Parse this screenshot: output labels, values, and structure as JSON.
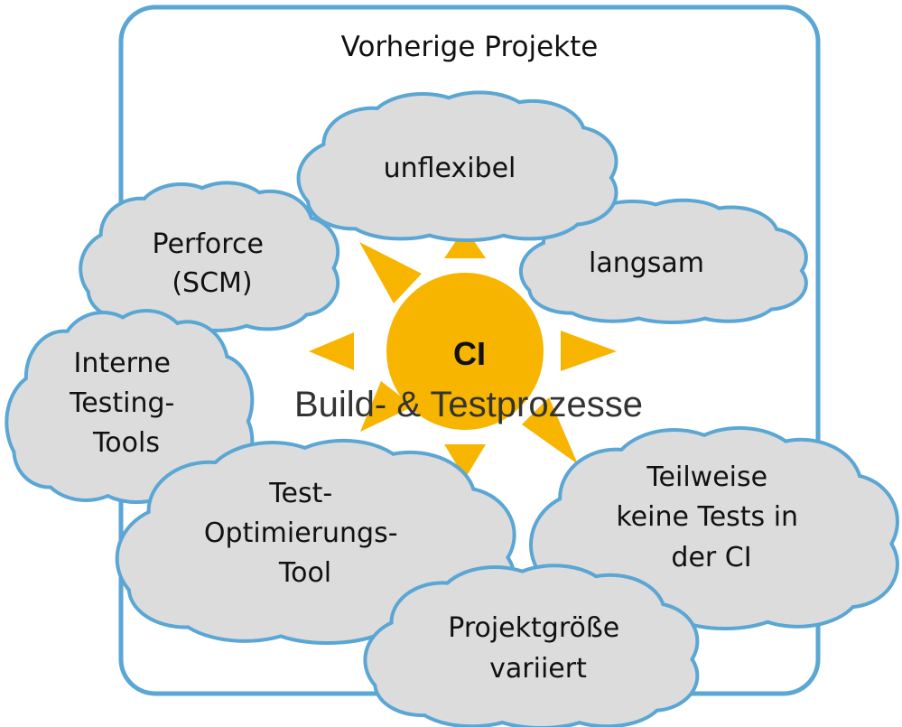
{
  "frame": {
    "title": "Vorherige Projekte"
  },
  "center": {
    "title": "CI",
    "subtitle": "Build- & Testprozesse"
  },
  "clouds": [
    {
      "id": "unflexibel",
      "lines": [
        "unflexibel"
      ]
    },
    {
      "id": "langsam",
      "lines": [
        "langsam"
      ]
    },
    {
      "id": "perforce",
      "lines": [
        "Perforce",
        "(SCM)"
      ]
    },
    {
      "id": "interne-testing-tools",
      "lines": [
        "Interne",
        "Testing-",
        "Tools"
      ]
    },
    {
      "id": "test-optimierungs-tool",
      "lines": [
        "Test-",
        "Optimierungs-",
        "Tool"
      ]
    },
    {
      "id": "teilweise-keine-tests",
      "lines": [
        "Teilweise",
        "keine Tests in",
        "der CI"
      ]
    },
    {
      "id": "projektgroesse-variiert",
      "lines": [
        "Projektgröße",
        "variiert"
      ]
    }
  ],
  "colors": {
    "frame_stroke": "#5aa6d4",
    "cloud_fill": "#dcdcdc",
    "cloud_stroke": "#5aa6d4",
    "sun": "#f7b500",
    "text": "#111111"
  }
}
